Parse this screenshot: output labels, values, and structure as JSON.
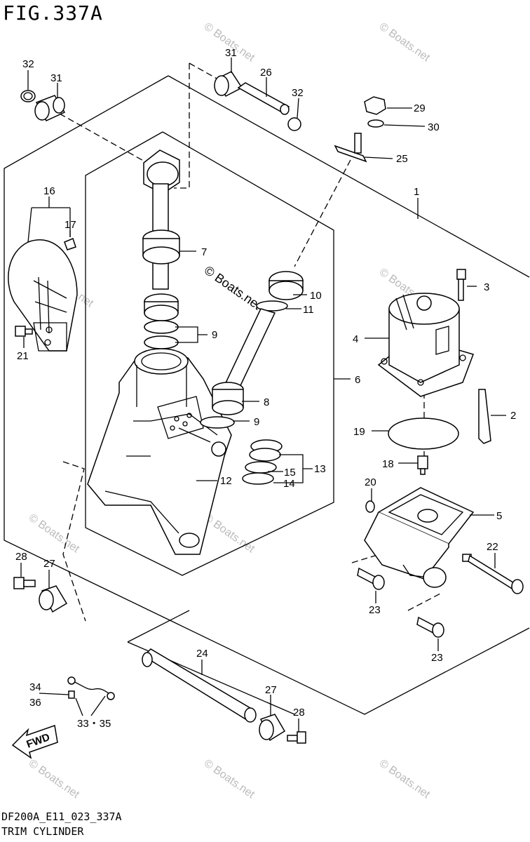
{
  "figure_number": "FIG.337A",
  "drawing_code": "DF200A_E11_023_337A",
  "drawing_name": "TRIM CYLINDER",
  "watermark": "© Boats.net",
  "fwd_arrow_label": "FWD",
  "part_labels": {
    "l1": "1",
    "l2": "2",
    "l3": "3",
    "l4": "4",
    "l5": "5",
    "l6": "6",
    "l7": "7",
    "l8": "8",
    "l9a": "9",
    "l9b": "9",
    "l10": "10",
    "l11": "11",
    "l12": "12",
    "l13": "13",
    "l14": "14",
    "l15": "15",
    "l16": "16",
    "l17": "17",
    "l18": "18",
    "l19": "19",
    "l20": "20",
    "l21": "21",
    "l22": "22",
    "l23a": "23",
    "l23b": "23",
    "l24": "24",
    "l25": "25",
    "l26": "26",
    "l27a": "27",
    "l27b": "27",
    "l28a": "28",
    "l28b": "28",
    "l29": "29",
    "l30": "30",
    "l31a": "31",
    "l31b": "31",
    "l32a": "32",
    "l32b": "32",
    "l3335": "33・35",
    "l34": "34",
    "l36": "36"
  }
}
